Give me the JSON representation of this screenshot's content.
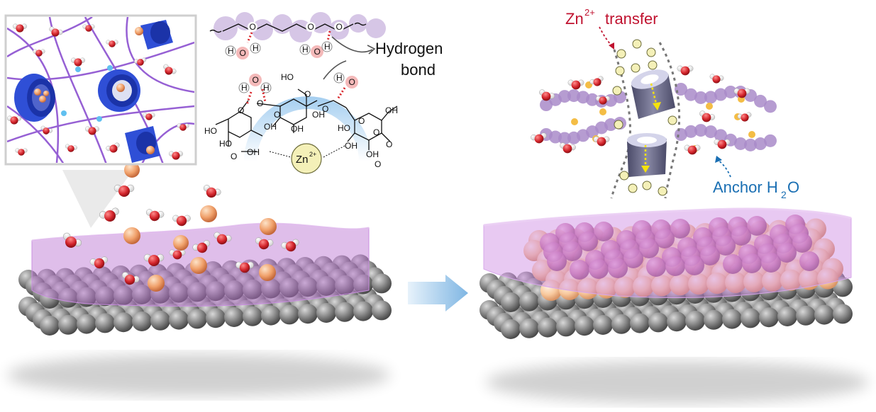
{
  "labels": {
    "hydrogen_line1": "Hydrogen",
    "hydrogen_line2": "bond",
    "zn_base": "Zn",
    "zn_sup": "2+",
    "zn_transfer_word": "transfer",
    "anchor_word": "Anchor H",
    "anchor_sub": "2",
    "anchor_tail": "O"
  },
  "chemistry": {
    "H": "H",
    "O": "O",
    "OH": "OH",
    "HO": "HO",
    "zn_ion_base": "Zn",
    "zn_ion_sup": "2+"
  },
  "colors": {
    "zn_label": "#c0122f",
    "anchor_label": "#1a6fb3",
    "membrane": "#b86fd0",
    "substrate_ball": "#7d7d7d",
    "zn_ball": "#f2a068",
    "oxygen": "#d9262b",
    "pore": "#2f4fd6",
    "polymer_bead": "#a98bc9",
    "ion_yellow": "#f4f0b8",
    "small_yellow": "#f4bd45"
  },
  "icons": [
    "arrow-right-icon",
    "dashed-arrow-icon",
    "curved-arrow-icon"
  ]
}
